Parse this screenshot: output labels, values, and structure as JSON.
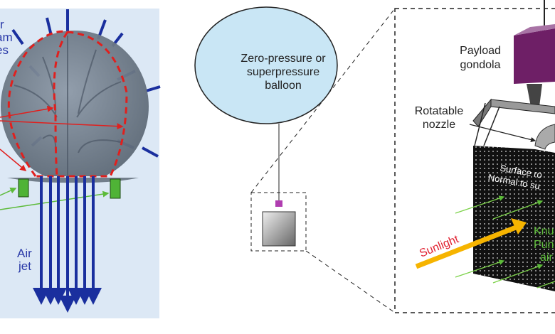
{
  "left_panel": {
    "stream_label_lines": [
      "r",
      "am",
      "es"
    ],
    "jet_label_lines": [
      "Air",
      "jet"
    ]
  },
  "balloon": {
    "label_lines": [
      "Zero-pressure or",
      "superpressure",
      "balloon"
    ]
  },
  "detail": {
    "gondola_label_lines": [
      "Payload",
      "gondola"
    ],
    "nozzle_label_lines": [
      "Rotatable",
      "nozzle"
    ],
    "surface_label_lines": [
      "Surface ro",
      "Normal to su"
    ],
    "sunlight_label": "Sunlight",
    "knudsen_label_lines": [
      "Knu",
      "Pun",
      "air"
    ]
  },
  "colors": {
    "panel_bg": "#dce8f5",
    "sphere": "#7d8a99",
    "dashed_red": "#e0201e",
    "jet_blue": "#1a2f9e",
    "green": "#5dbb3a",
    "balloon_fill": "#c9e6f5",
    "gondola": "#6e1f66",
    "sunlight": "#f6b400",
    "sunlight_text": "#e02030"
  }
}
